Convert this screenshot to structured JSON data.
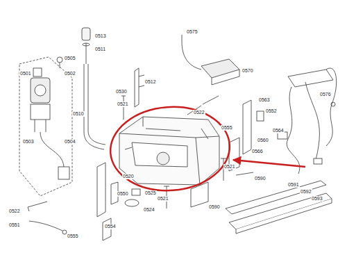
{
  "diagram": {
    "labels": [
      "0505",
      "0501",
      "0502",
      "0503",
      "0504",
      "0513",
      "0511",
      "0510",
      "0512",
      "0530",
      "0521",
      "0575",
      "0570",
      "0576",
      "0563",
      "0522",
      "0552",
      "0564",
      "0555",
      "0560",
      "0566",
      "0521",
      "0590",
      "0591",
      "0592",
      "0593",
      "0520",
      "0550",
      "0525",
      "0524",
      "0521",
      "0590",
      "0522",
      "0551",
      "0555",
      "0554"
    ]
  }
}
